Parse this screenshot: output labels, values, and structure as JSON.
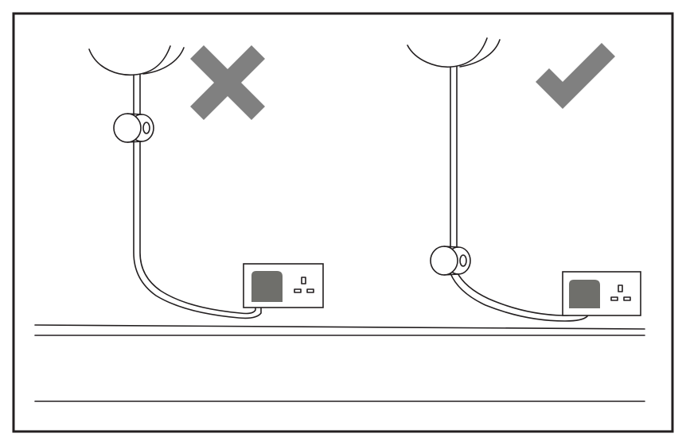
{
  "diagram": {
    "panels": [
      {
        "id": "incorrect",
        "verdict": "incorrect",
        "mark_icon": "cross-icon"
      },
      {
        "id": "correct",
        "verdict": "correct",
        "mark_icon": "check-icon"
      }
    ],
    "colors": {
      "frame": "#231f20",
      "line": "#231f20",
      "mark": "#808080",
      "plug": "#6f6f6b",
      "background": "#ffffff"
    }
  }
}
